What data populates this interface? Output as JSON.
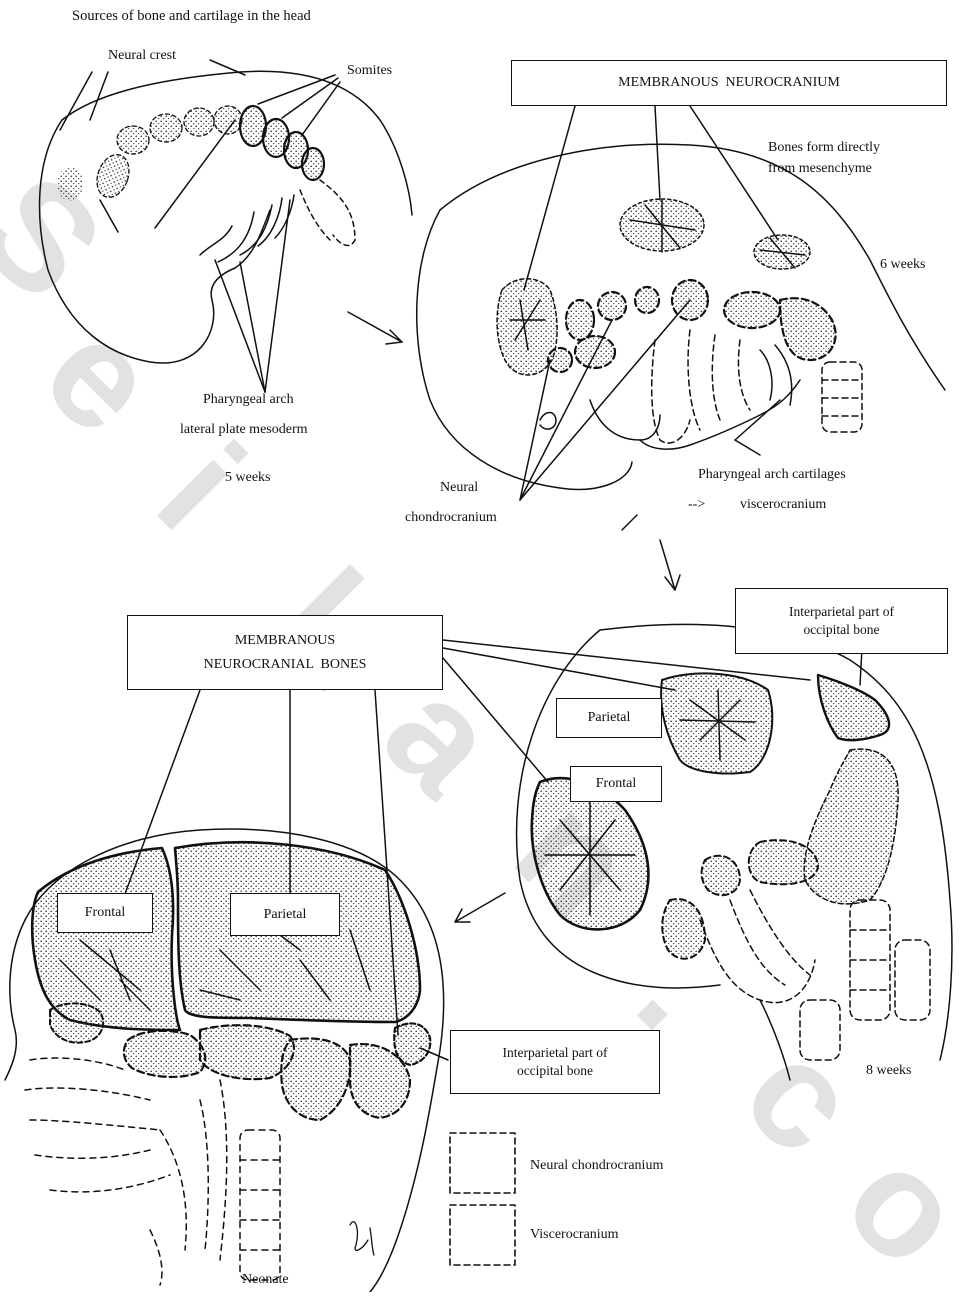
{
  "title": "Sources of bone and cartilage in the head",
  "panel_5wk": {
    "neural_crest": "Neural crest",
    "somites": "Somites",
    "pharyngeal_line1": "Pharyngeal arch",
    "pharyngeal_line2": "lateral plate mesoderm",
    "age": "5 weeks"
  },
  "panel_6wk": {
    "box_label": "MEMBRANOUS  NEUROCRANIUM",
    "bones_line1": "Bones form directly",
    "bones_line2": "from mesenchyme",
    "age": "6 weeks",
    "neural_line1": "Neural",
    "neural_line2": "chondrocranium",
    "arch_cart": "Pharyngeal arch cartilages",
    "arrow_glyph": "-->",
    "viscero": "viscerocranium"
  },
  "panel_8wk": {
    "interparietal_line1": "Interparietal part of",
    "interparietal_line2": "occipital bone",
    "parietal": "Parietal",
    "frontal": "Frontal",
    "age": "8 weeks"
  },
  "panel_neonate": {
    "box_line1": "MEMBRANOUS",
    "box_line2": "NEUROCRANIAL  BONES",
    "frontal": "Frontal",
    "parietal": "Parietal",
    "interparietal_line1": "Interparietal part of",
    "interparietal_line2": "occipital bone",
    "age": "Neonate"
  },
  "legend": {
    "neural": "Neural chondrocranium",
    "viscero": "Viscerocranium"
  },
  "colors": {
    "ink": "#111111",
    "paper": "#ffffff",
    "watermark": "#969696"
  }
}
